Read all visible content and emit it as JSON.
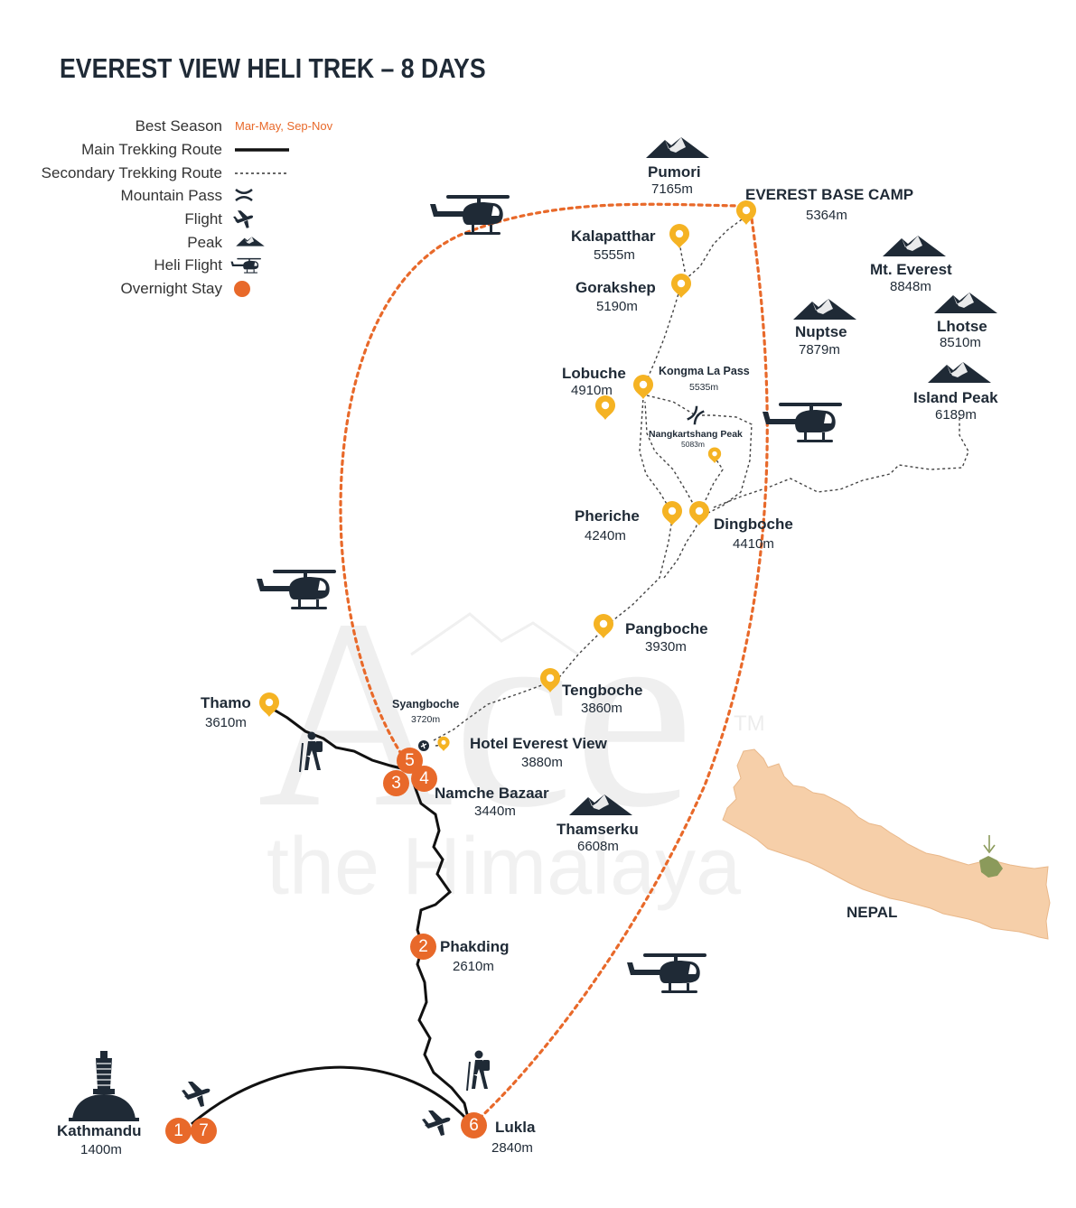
{
  "title": "EVEREST VIEW HELI TREK  – 8 DAYS",
  "legend": {
    "season_label": "Best Season",
    "season_value": "Mar-May, Sep-Nov",
    "main_route": "Main Trekking Route",
    "secondary_route": "Secondary Trekking Route",
    "mountain_pass": "Mountain Pass",
    "flight": "Flight",
    "peak": "Peak",
    "heli_flight": "Heli Flight",
    "overnight": "Overnight Stay"
  },
  "colors": {
    "accent": "#e8692a",
    "marker": "#f5b323",
    "dark": "#1f2a36",
    "nepal": "#f6cfa9",
    "region": "#8b9a5b"
  },
  "places": {
    "kathmandu": {
      "name": "Kathmandu",
      "alt": "1400m"
    },
    "lukla": {
      "name": "Lukla",
      "alt": "2840m"
    },
    "phakding": {
      "name": "Phakding",
      "alt": "2610m"
    },
    "namche": {
      "name": "Namche Bazaar",
      "alt": "3440m"
    },
    "thamo": {
      "name": "Thamo",
      "alt": "3610m"
    },
    "syangboche": {
      "name": "Syangboche",
      "alt": "3720m"
    },
    "hotel": {
      "name": "Hotel Everest View",
      "alt": "3880m"
    },
    "tengboche": {
      "name": "Tengboche",
      "alt": "3860m"
    },
    "pangboche": {
      "name": "Pangboche",
      "alt": "3930m"
    },
    "pheriche": {
      "name": "Pheriche",
      "alt": "4240m"
    },
    "dingboche": {
      "name": "Dingboche",
      "alt": "4410m"
    },
    "lobuche": {
      "name": "Lobuche",
      "alt": "4910m"
    },
    "gorakshep": {
      "name": "Gorakshep",
      "alt": "5190m"
    },
    "kalapatthar": {
      "name": "Kalapatthar",
      "alt": "5555m"
    },
    "ebc": {
      "name": "EVEREST BASE CAMP",
      "alt": "5364m"
    },
    "kongma": {
      "name": "Kongma La Pass",
      "alt": "5535m"
    },
    "nangkartshang": {
      "name": "Nangkartshang Peak",
      "alt": "5083m"
    }
  },
  "peaks": {
    "pumori": {
      "name": "Pumori",
      "alt": "7165m"
    },
    "everest": {
      "name": "Mt. Everest",
      "alt": "8848m"
    },
    "nuptse": {
      "name": "Nuptse",
      "alt": "7879m"
    },
    "lhotse": {
      "name": "Lhotse",
      "alt": "8510m"
    },
    "island": {
      "name": "Island Peak",
      "alt": "6189m"
    },
    "thamserku": {
      "name": "Thamserku",
      "alt": "6608m"
    }
  },
  "stops": [
    "1",
    "7",
    "2",
    "3",
    "4",
    "5",
    "6"
  ],
  "country": "NEPAL",
  "watermark": {
    "main": "Ace",
    "sub": "the Himalaya",
    "tm": "TM"
  }
}
